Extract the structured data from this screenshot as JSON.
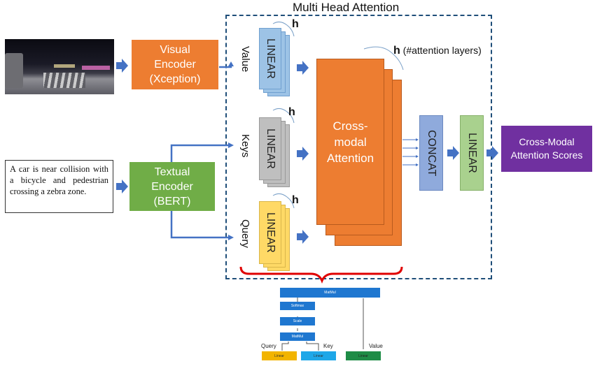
{
  "diagram": {
    "multihead_title": "Multi Head Attention",
    "visual_encoder": "Visual Encoder (Xception)",
    "visual_encoder_lines": [
      "Visual",
      "Encoder",
      "(Xception)"
    ],
    "textual_encoder_lines": [
      "Textual",
      "Encoder",
      "(BERT)"
    ],
    "caption_text": "A car is near collision with a bicycle and pedestrian crossing a zebra zone.",
    "value_label": "Value",
    "keys_label": "Keys",
    "query_label": "Query",
    "linear_label": "LINEAR",
    "h_label": "h",
    "h_attention_suffix": "(#attention layers)",
    "cross_modal_lines": [
      "Cross-",
      "modal",
      "Attention"
    ],
    "concat_label": "CONCAT",
    "final_linear_label": "LINEAR",
    "output_lines": [
      "Cross-Modal",
      "Attention Scores"
    ],
    "mini": {
      "matmul_top": "MatMul",
      "softmax": "Softmax",
      "scale": "Scale",
      "matmul_bottom": "MatMul",
      "query": "Query",
      "key": "Key",
      "value": "Value",
      "linear": "Linear"
    },
    "colors": {
      "orange": "#ED7D31",
      "green": "#70AD47",
      "purple": "#7030A0",
      "blue_arrow": "#4472C4",
      "linear_blue": "#9DC3E6",
      "linear_gray": "#BFBFBF",
      "linear_yellow": "#FFD966",
      "concat": "#8FAADC",
      "final_linear": "#A9D18E",
      "brace_red": "#E00000"
    }
  }
}
